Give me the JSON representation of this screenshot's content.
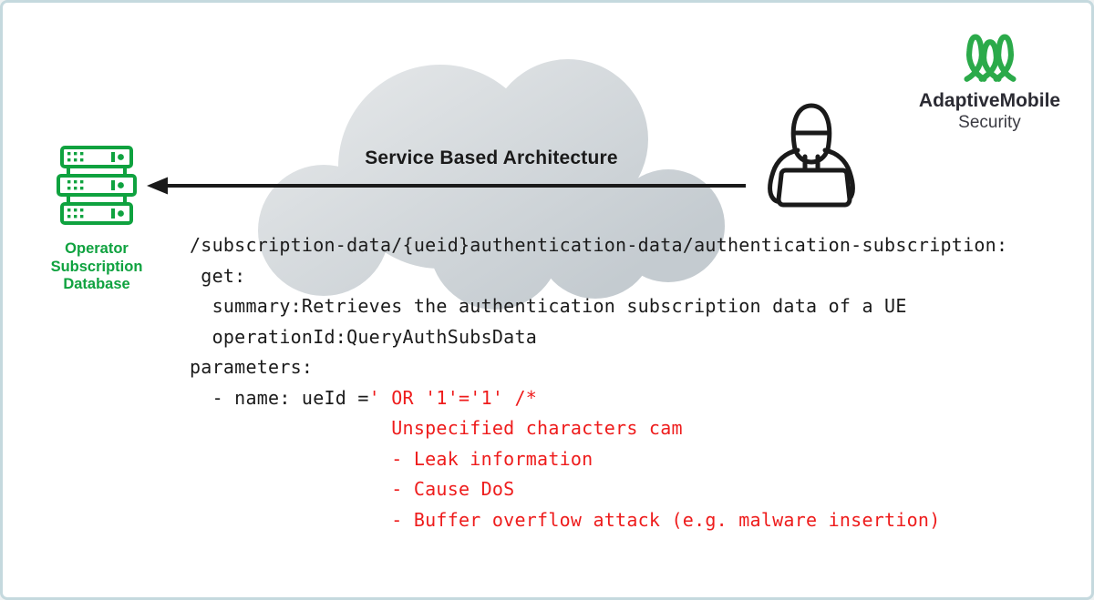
{
  "frame": {
    "background": "#FFFFFF",
    "border_color": "#C5D9DE"
  },
  "branding": {
    "logo_icon": "adaptivemobile-m-logo",
    "logo_color": "#2BAA4A",
    "company": "AdaptiveMobile",
    "division": "Security",
    "company_color": "#2B2B33",
    "division_color": "#3A3A42"
  },
  "database": {
    "icon": "server-stack-icon",
    "color": "#0FA23F",
    "label_lines": [
      "Operator",
      "Subscription",
      "Database"
    ]
  },
  "cloud": {
    "label": "Service Based Architecture",
    "fill_top": "#E2E5E7",
    "fill_bottom": "#C4CBD0"
  },
  "attacker": {
    "icon": "hacker-laptop-icon",
    "color": "#1A1A1A"
  },
  "arrow": {
    "direction": "right-to-left",
    "color": "#1A1A1A"
  },
  "code": {
    "text_color": "#1B1B1B",
    "alert_color": "#EE1C1C",
    "lines": [
      {
        "segments": [
          {
            "color": "ink",
            "text": "/subscription-data/{ueid}authentication-data/authentication-subscription:"
          }
        ]
      },
      {
        "segments": [
          {
            "color": "ink",
            "text": " get:"
          }
        ]
      },
      {
        "segments": [
          {
            "color": "ink",
            "text": "  summary:Retrieves the authentication subscription data of a UE"
          }
        ]
      },
      {
        "segments": [
          {
            "color": "ink",
            "text": "  operationId:QueryAuthSubsData"
          }
        ]
      },
      {
        "segments": [
          {
            "color": "ink",
            "text": "parameters:"
          }
        ]
      },
      {
        "segments": [
          {
            "color": "ink",
            "text": "  - name: ueId ="
          },
          {
            "color": "alert",
            "text": "' OR '1'='1' /*"
          }
        ]
      },
      {
        "segments": [
          {
            "color": "alert",
            "text": "                  Unspecified characters cam"
          }
        ]
      },
      {
        "segments": [
          {
            "color": "alert",
            "text": "                  - Leak information"
          }
        ]
      },
      {
        "segments": [
          {
            "color": "alert",
            "text": "                  - Cause DoS"
          }
        ]
      },
      {
        "segments": [
          {
            "color": "alert",
            "text": "                  - Buffer overflow attack (e.g. malware insertion)"
          }
        ]
      }
    ]
  }
}
